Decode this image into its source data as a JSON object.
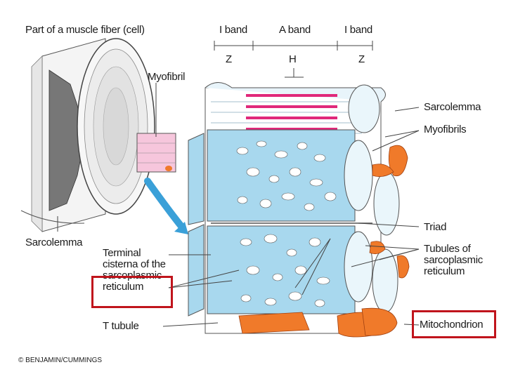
{
  "labels": {
    "muscle_fiber": "Part of a muscle fiber (cell)",
    "myofibril": "Myofibril",
    "sarcolemma_left": "Sarcolemma",
    "i_band_left": "I band",
    "a_band": "A band",
    "i_band_right": "I band",
    "z_left": "Z",
    "h_zone": "H",
    "z_right": "Z",
    "sarcolemma_right": "Sarcolemma",
    "myofibrils": "Myofibrils",
    "triad": "Triad",
    "tubules_line1": "Tubules of",
    "tubules_line2": "sarcoplasmic",
    "tubules_line3": "reticulum",
    "terminal_line1": "Terminal",
    "terminal_line2": "cisterna of the",
    "terminal_line3": "sarcoplasmic",
    "terminal_line4": "reticulum",
    "t_tubule": "T tubule",
    "mitochondrion": "Mitochondrion",
    "credit": "© BENJAMIN/CUMMINGS"
  },
  "colors": {
    "reticulum": "#a8d8ee",
    "mitochondria": "#f07a2a",
    "myofilament_pink": "#e0287a",
    "highlight": "#c0141c"
  }
}
